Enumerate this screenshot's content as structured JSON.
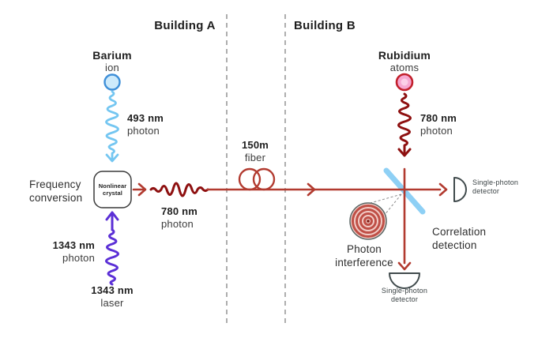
{
  "buildings": {
    "a": "Building A",
    "b": "Building B"
  },
  "building_a": {
    "barium": {
      "name": "Barium",
      "sub": "ion"
    },
    "photon_493": {
      "value": "493 nm",
      "label": "photon"
    },
    "frequency_conversion": {
      "line1": "Frequency",
      "line2": "conversion"
    },
    "crystal": {
      "line1": "Nonlinear",
      "line2": "crystal"
    },
    "photon_780": {
      "value": "780 nm",
      "label": "photon"
    },
    "photon_1343": {
      "value": "1343 nm",
      "label": "photon"
    },
    "laser_1343": {
      "value": "1343 nm",
      "label": "laser"
    }
  },
  "link": {
    "fiber": {
      "value": "150m",
      "label": "fiber"
    }
  },
  "building_b": {
    "rubidium": {
      "name": "Rubidium",
      "sub": "atoms"
    },
    "photon_780": {
      "value": "780 nm",
      "label": "photon"
    },
    "detector_right": {
      "line1": "Single-photon",
      "line2": "detector"
    },
    "detector_bottom": {
      "line1": "Single-photon",
      "line2": "detector"
    },
    "interference": {
      "line1": "Photon",
      "line2": "interference"
    },
    "correlation": {
      "line1": "Correlation",
      "line2": "detection"
    }
  },
  "colors": {
    "photon_493_blue": "#74c6f1",
    "barium_fill": "#cdeafb",
    "barium_stroke": "#3e8fd8",
    "laser_purple": "#5b2fd6",
    "photon_780_dark_red": "#8e1010",
    "beam_brick_red": "#b23b30",
    "rubidium_fill": "#f6a8d2",
    "rubidium_stroke": "#c2202c",
    "beam_splitter_blue": "#8ed0f5",
    "detector_outline": "#414b4d",
    "divider_gray": "#9b9b9b",
    "interference_ring_red": "#bf4f46",
    "interference_bg_pink": "#f2cdc7"
  }
}
